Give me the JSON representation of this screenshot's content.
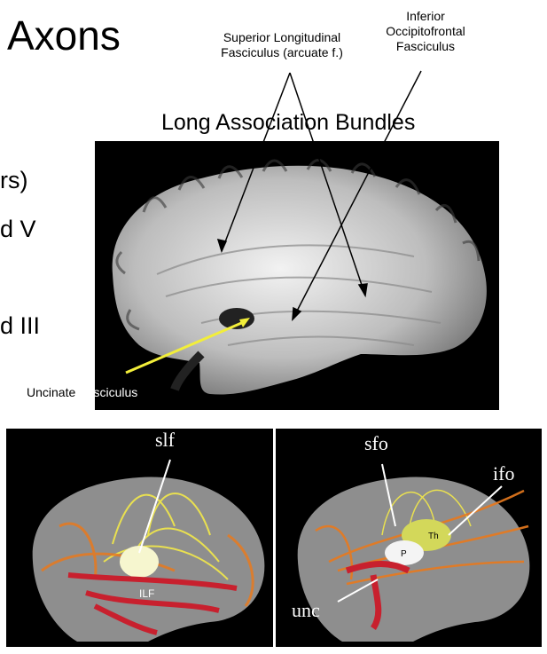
{
  "title": "Axons",
  "left_fragments": [
    "rs)",
    "d V",
    "d III"
  ],
  "labels": {
    "slf_full": [
      "Superior Longitudinal",
      "Fasciculus (arcuate f.)"
    ],
    "ifo_full": [
      "Inferior",
      "Occipitofrontal",
      "Fasciculus"
    ],
    "section_heading": "Long Association Bundles",
    "uncinate": [
      "Uncinate ",
      "Fasciculus"
    ]
  },
  "panel_left": {
    "slf": "slf",
    "ilf": "ILF"
  },
  "panel_right": {
    "sfo": "sfo",
    "ifo": "ifo",
    "unc": "unc",
    "th": "Th",
    "p": "P"
  },
  "colors": {
    "annotation_yellow": "#f2ee3a",
    "ilf_red": "#c8202e",
    "tract_orange": "#e87a1e",
    "tract_yellow": "#f3e94a"
  }
}
